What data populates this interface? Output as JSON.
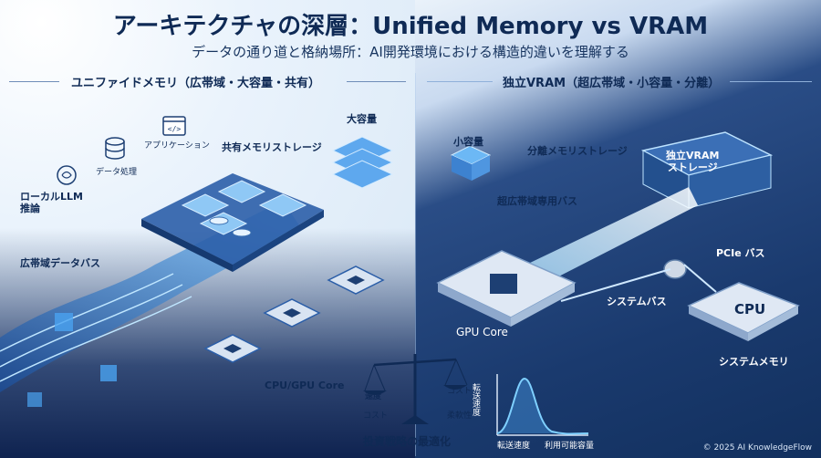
{
  "header": {
    "title": "アーキテクチャの深層：Unified Memory vs VRAM",
    "subtitle": "データの通り道と格納場所：AI開発環境における構造的違いを理解する"
  },
  "left": {
    "section_title": "ユニファイドメモリ（広帯域・大容量・共有）",
    "labels": {
      "application": "アプリケーション",
      "data_processing": "データ処理",
      "local_llm": "ローカルLLM\n推論",
      "shared_memory": "共有メモリストレージ",
      "large_capacity": "大容量",
      "wide_bus": "広帯域データバス",
      "cpu_gpu_core": "CPU/GPU Core"
    }
  },
  "right": {
    "section_title": "独立VRAM（超広帯域・小容量・分離）",
    "labels": {
      "small_capacity": "小容量",
      "separate_memory": "分離メモリストレージ",
      "vram_box": "独立VRAM\nストレージ",
      "ultra_bus": "超広帯域専用バス",
      "pcie_bus": "PCIe バス",
      "system_bus": "システムバス",
      "gpu_core": "GPU Core",
      "cpu": "CPU",
      "system_memory": "システムメモリ"
    }
  },
  "scale": {
    "speed": "速度",
    "cost_left": "コスト",
    "cost_right": "コスト",
    "flexibility": "柔軟性",
    "caption": "投資戦略の最適化"
  },
  "graph": {
    "ylabel": "転送速度",
    "x_left": "転送速度",
    "x_right": "利用可能容量"
  },
  "footer": {
    "copyright": "© 2025 AI KnowledgeFlow"
  },
  "colors": {
    "navy": "#0f2a55",
    "accent_blue": "#3a8ee6",
    "glow": "#7fd0ff"
  }
}
